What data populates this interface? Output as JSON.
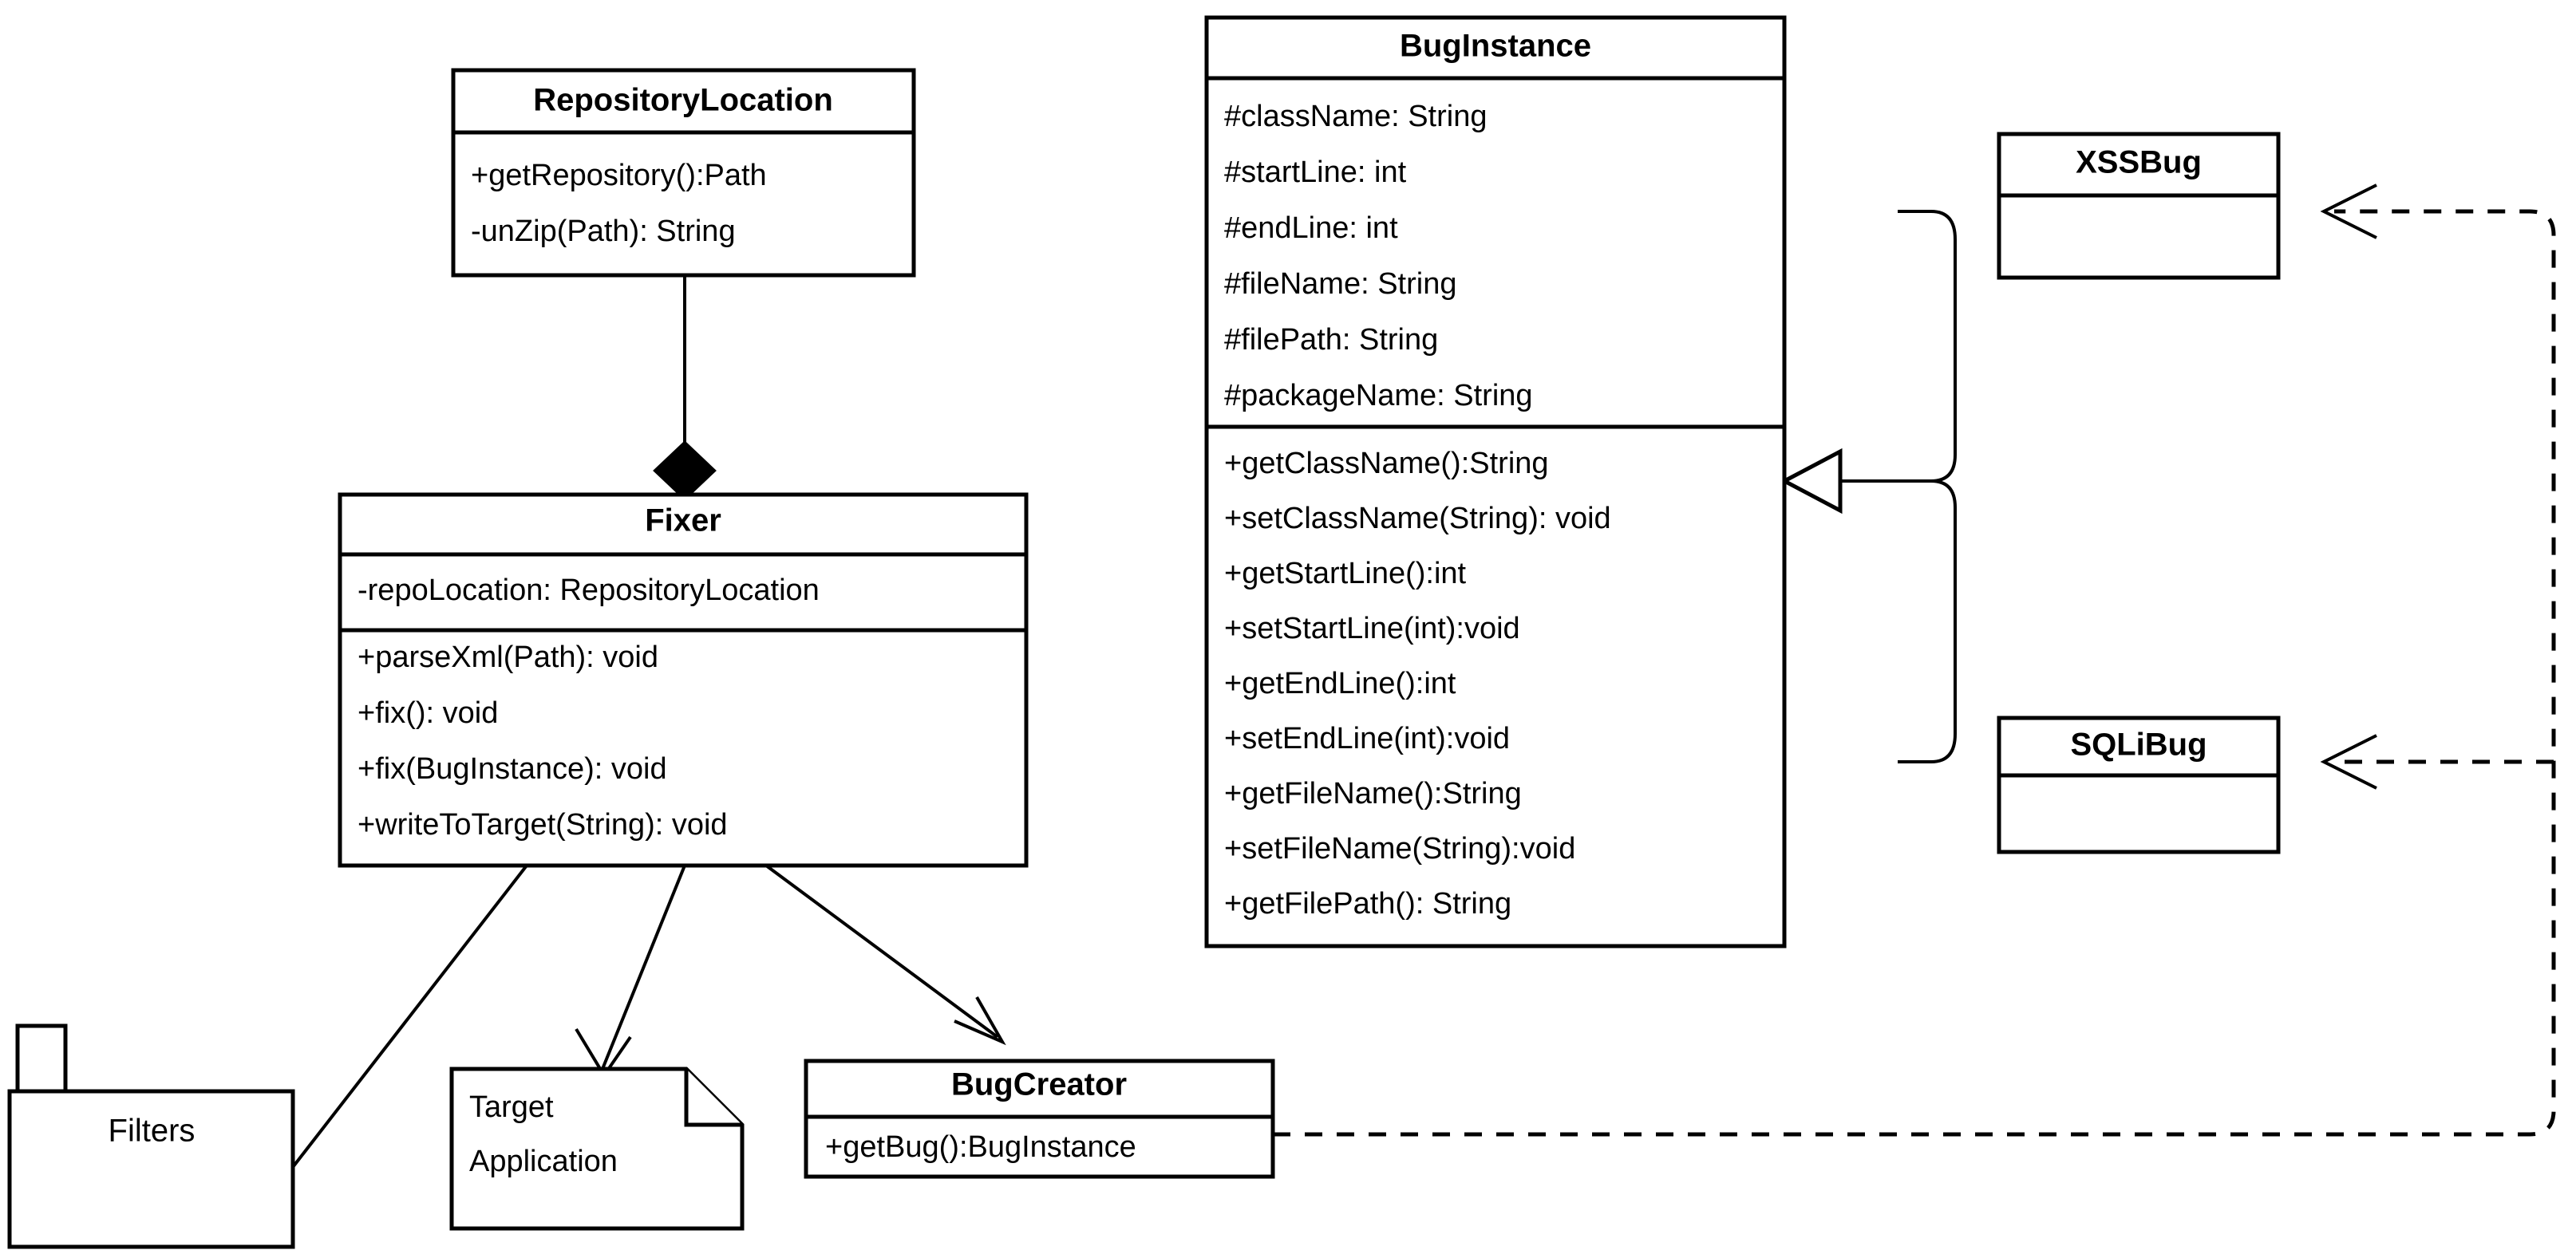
{
  "diagram": {
    "type": "uml-class-diagram",
    "classes": [
      {
        "id": "repository-location",
        "name": "RepositoryLocation",
        "attributes": [],
        "methods": [
          "+getRepository():Path",
          "-unZip(Path): String"
        ]
      },
      {
        "id": "fixer",
        "name": "Fixer",
        "attributes": [
          "-repoLocation: RepositoryLocation"
        ],
        "methods": [
          "+parseXml(Path): void",
          "+fix(): void",
          "+fix(BugInstance): void",
          "+writeToTarget(String): void"
        ]
      },
      {
        "id": "bug-instance",
        "name": "BugInstance",
        "attributes": [
          "#className: String",
          "#startLine: int",
          "#endLine: int",
          "#fileName: String",
          "#filePath: String",
          "#packageName: String"
        ],
        "methods": [
          "+getClassName():String",
          "+setClassName(String): void",
          "+getStartLine():int",
          "+setStartLine(int):void",
          "+getEndLine():int",
          "+setEndLine(int):void",
          "+getFileName():String",
          "+setFileName(String):void",
          "+getFilePath(): String"
        ]
      },
      {
        "id": "bug-creator",
        "name": "BugCreator",
        "attributes": [],
        "methods": [
          "+getBug():BugInstance"
        ]
      },
      {
        "id": "xss-bug",
        "name": "XSSBug",
        "attributes": [],
        "methods": []
      },
      {
        "id": "sqli-bug",
        "name": "SQLiBug",
        "attributes": [],
        "methods": []
      }
    ],
    "component": {
      "id": "filters",
      "name": "Filters"
    },
    "note": {
      "id": "target-application",
      "line1": "Target",
      "line2": "Application"
    },
    "relationships": [
      {
        "from": "repository-location",
        "to": "fixer",
        "kind": "composition"
      },
      {
        "from": "fixer",
        "to": "filters",
        "kind": "association"
      },
      {
        "from": "fixer",
        "to": "target-application",
        "kind": "dependency-arrow"
      },
      {
        "from": "fixer",
        "to": "bug-creator",
        "kind": "dependency-arrow"
      },
      {
        "from": "xss-bug",
        "to": "bug-instance",
        "kind": "generalization"
      },
      {
        "from": "sqli-bug",
        "to": "bug-instance",
        "kind": "generalization"
      },
      {
        "from": "bug-creator",
        "to": "xss-bug",
        "kind": "dependency-dashed"
      },
      {
        "from": "bug-creator",
        "to": "sqli-bug",
        "kind": "dependency-dashed"
      }
    ]
  }
}
